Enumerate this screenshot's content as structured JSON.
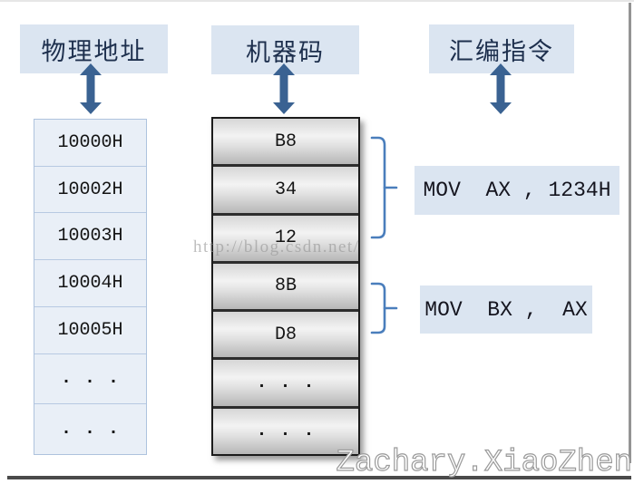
{
  "headers": [
    {
      "label": "物理地址"
    },
    {
      "label": "机器码"
    },
    {
      "label": "汇编指令"
    }
  ],
  "address_column": {
    "cells": [
      "10000H",
      "10002H",
      "10003H",
      "10004H",
      "10005H",
      ". . .",
      ". . ."
    ]
  },
  "machine_code_column": {
    "cells": [
      "B8",
      "34",
      "12",
      "8B",
      "D8",
      ". . .",
      ". . ."
    ]
  },
  "instructions": [
    {
      "label": "MOV  AX , 1234H"
    },
    {
      "label": "MOV  BX ,  AX"
    }
  ],
  "watermarks": {
    "url": "http://blog.csdn.net/",
    "signature": "Zachary.XiaoZhen"
  },
  "colors": {
    "panel_blue": "#dbe5f1",
    "cell_blue": "#e9eff7",
    "cell_blue_border": "#b7c9e2",
    "arrow_blue": "#3a6292",
    "brace_blue": "#4a7ebc",
    "machine_cell_border": "#2d2d2d"
  }
}
